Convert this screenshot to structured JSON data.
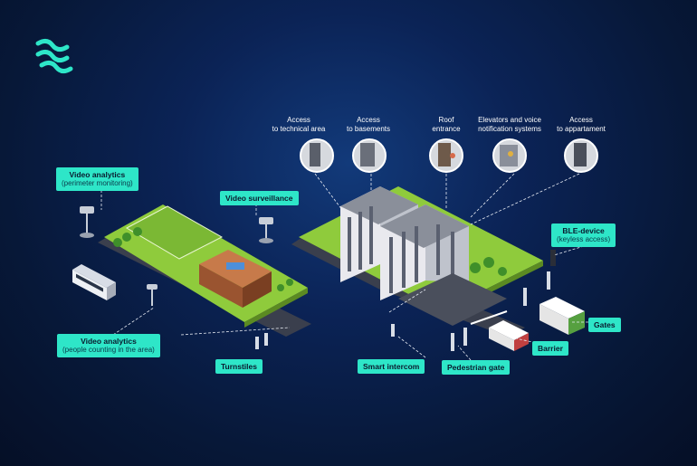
{
  "brand": {
    "logo_icon": "brand-logo-icon",
    "accent_color": "#2ee6c8"
  },
  "access_points": [
    {
      "line1": "Access",
      "line2": "to technical area"
    },
    {
      "line1": "Access",
      "line2": "to basements"
    },
    {
      "line1": "Roof",
      "line2": "entrance"
    },
    {
      "line1": "Elevators and voice",
      "line2": "notification systems"
    },
    {
      "line1": "Access",
      "line2": "to appartament"
    }
  ],
  "labels": {
    "video_analytics_perimeter": {
      "title": "Video analytics",
      "sub": "(perimeter monitoring)"
    },
    "video_surveillance": {
      "title": "Video surveillance"
    },
    "ble_device": {
      "title": "BLE-device",
      "sub": "(keyless access)"
    },
    "video_analytics_people": {
      "title": "Video analytics",
      "sub": "(people counting in the area)"
    },
    "turnstiles": {
      "title": "Turnstiles"
    },
    "smart_intercom": {
      "title": "Smart intercom"
    },
    "pedestrian_gate": {
      "title": "Pedestrian gate"
    },
    "barrier": {
      "title": "Barrier"
    },
    "gates": {
      "title": "Gates"
    }
  }
}
